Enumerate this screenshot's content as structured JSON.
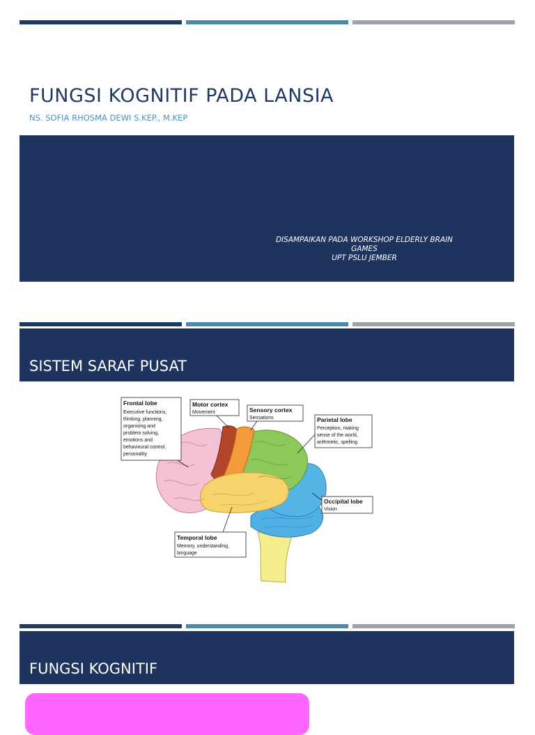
{
  "slide1": {
    "title": "FUNGSI KOGNITIF PADA LANSIA",
    "author": "NS. SOFIA RHOSMA DEWI S.KEP., M.KEP",
    "presented_line1": "DISAMPAIKAN PADA WORKSHOP ELDERLY BRAIN",
    "presented_line2": "GAMES",
    "presented_line3": "UPT PSLU JEMBER"
  },
  "slide2": {
    "title": "SISTEM SARAF PUSAT",
    "labels": {
      "frontal_title": "Frontal lobe",
      "frontal_lines": [
        "Executive functions,",
        "thinking, planning,",
        "organising and",
        "problem solving,",
        "emotions and",
        "behavioural control,",
        "personality"
      ],
      "motor_title": "Motor cortex",
      "motor_desc": "Movement",
      "sensory_title": "Sensory cortex",
      "sensory_desc": "Sensations",
      "parietal_title": "Parietal lobe",
      "parietal_lines": [
        "Perception, making",
        "sense of the world,",
        "arithmetic, spelling"
      ],
      "occipital_title": "Occipital lobe",
      "occipital_desc": "Vision",
      "temporal_title": "Temporal lobe",
      "temporal_lines": [
        "Memory, understanding,",
        "language"
      ]
    }
  },
  "slide3": {
    "title": "FUNGSI KOGNITIF"
  },
  "colors": {
    "navy": "#1e335e",
    "teal": "#4a89a9",
    "gray": "#9da3ab",
    "frontal": "#f4c2d4",
    "motor": "#b5452a",
    "sensory": "#f39a3b",
    "parietal": "#8cc85a",
    "occipital": "#55b4e6",
    "temporal": "#f6d36b",
    "cerebellum": "#4fb1e3",
    "brainstem": "#f5ee8c",
    "pink_box": "#ff66ff"
  }
}
